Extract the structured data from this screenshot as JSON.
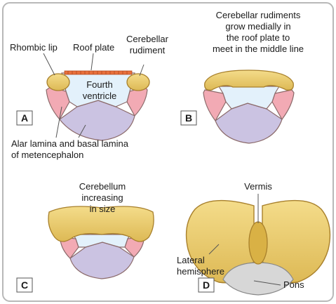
{
  "panels": {
    "a": {
      "letter": "A",
      "labels": {
        "rhombic_lip": "Rhombic lip",
        "roof_plate": "Roof plate",
        "cerebellar_rudiment_1": "Cerebellar",
        "cerebellar_rudiment_2": "rudiment",
        "fourth_ventricle_1": "Fourth",
        "fourth_ventricle_2": "ventricle",
        "alar_basal_1": "Alar lamina and basal lamina",
        "alar_basal_2": "of metencephalon"
      }
    },
    "b": {
      "letter": "B",
      "caption": [
        "Cerebellar rudiments",
        "grow medially in",
        "the roof plate to",
        "meet in the middle line"
      ]
    },
    "c": {
      "letter": "C",
      "caption": [
        "Cerebellum",
        "increasing",
        "in size"
      ]
    },
    "d": {
      "letter": "D",
      "labels": {
        "vermis": "Vermis",
        "lateral_hemisphere_1": "Lateral",
        "lateral_hemisphere_2": "hemisphere",
        "pons": "Pons"
      }
    }
  },
  "colors": {
    "cerebellum": "#e9c96a",
    "cerebellum_stroke": "#a8802c",
    "alar_lamina": "#f2aab4",
    "basal_lamina": "#cbc3e2",
    "ventricle": "#e3f1fb",
    "roof_plate": "#e8703c",
    "pons": "#d7d7d7",
    "outline": "#8b5a4a"
  }
}
